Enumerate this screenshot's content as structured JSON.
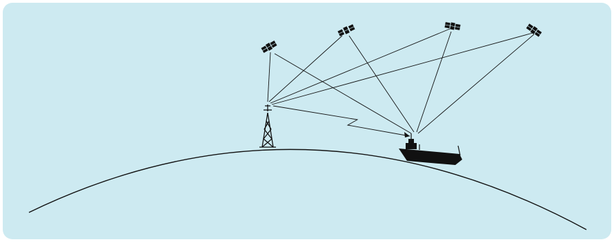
{
  "diagram": {
    "background_color": "#cdeaf1",
    "line_color": "#111111",
    "satellites": [
      {
        "name": "satellite-1",
        "icon": "satellite-icon"
      },
      {
        "name": "satellite-2",
        "icon": "satellite-icon"
      },
      {
        "name": "satellite-3",
        "icon": "satellite-icon"
      },
      {
        "name": "satellite-4",
        "icon": "satellite-icon"
      }
    ],
    "reference_station": {
      "icon": "radio-tower-icon"
    },
    "vessel": {
      "icon": "ship-icon"
    },
    "links": [
      {
        "from": "satellite-1",
        "to": "reference-station"
      },
      {
        "from": "satellite-2",
        "to": "reference-station"
      },
      {
        "from": "satellite-3",
        "to": "reference-station"
      },
      {
        "from": "satellite-4",
        "to": "reference-station"
      },
      {
        "from": "satellite-1",
        "to": "vessel"
      },
      {
        "from": "satellite-2",
        "to": "vessel"
      },
      {
        "from": "satellite-3",
        "to": "vessel"
      },
      {
        "from": "satellite-4",
        "to": "vessel"
      },
      {
        "from": "reference-station",
        "to": "vessel",
        "type": "radio-correction"
      }
    ]
  }
}
